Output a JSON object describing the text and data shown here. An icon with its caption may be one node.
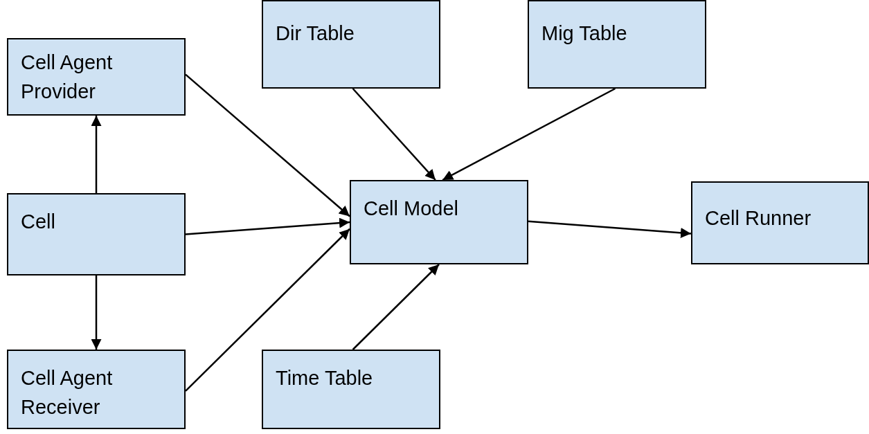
{
  "diagram": {
    "nodes": [
      {
        "text": [
          "Cell Agent Provider"
        ]
      },
      {
        "text": [
          "Cell"
        ]
      },
      {
        "text": [
          "Cell Agent Receiver"
        ]
      },
      {
        "text": [
          "Dir Table"
        ]
      },
      {
        "text": [
          "Mig Table"
        ]
      },
      {
        "text": [
          "Cell Model"
        ]
      },
      {
        "text": [
          "Cell Runner"
        ]
      },
      {
        "text": [
          "Time Table"
        ]
      }
    ],
    "edges": [
      {
        "from": 1,
        "to": 0,
        "arrow": "to"
      },
      {
        "from": 1,
        "to": 2,
        "arrow": "to"
      },
      {
        "from": 0,
        "to": 5,
        "arrow": "to"
      },
      {
        "from": 1,
        "to": 5,
        "arrow": "to"
      },
      {
        "from": 2,
        "to": 5,
        "arrow": "to"
      },
      {
        "from": 3,
        "to": 5,
        "arrow": "to"
      },
      {
        "from": 4,
        "to": 5,
        "arrow": "to"
      },
      {
        "from": 7,
        "to": 5,
        "arrow": "to"
      },
      {
        "from": 5,
        "to": 6,
        "arrow": "to"
      }
    ]
  }
}
